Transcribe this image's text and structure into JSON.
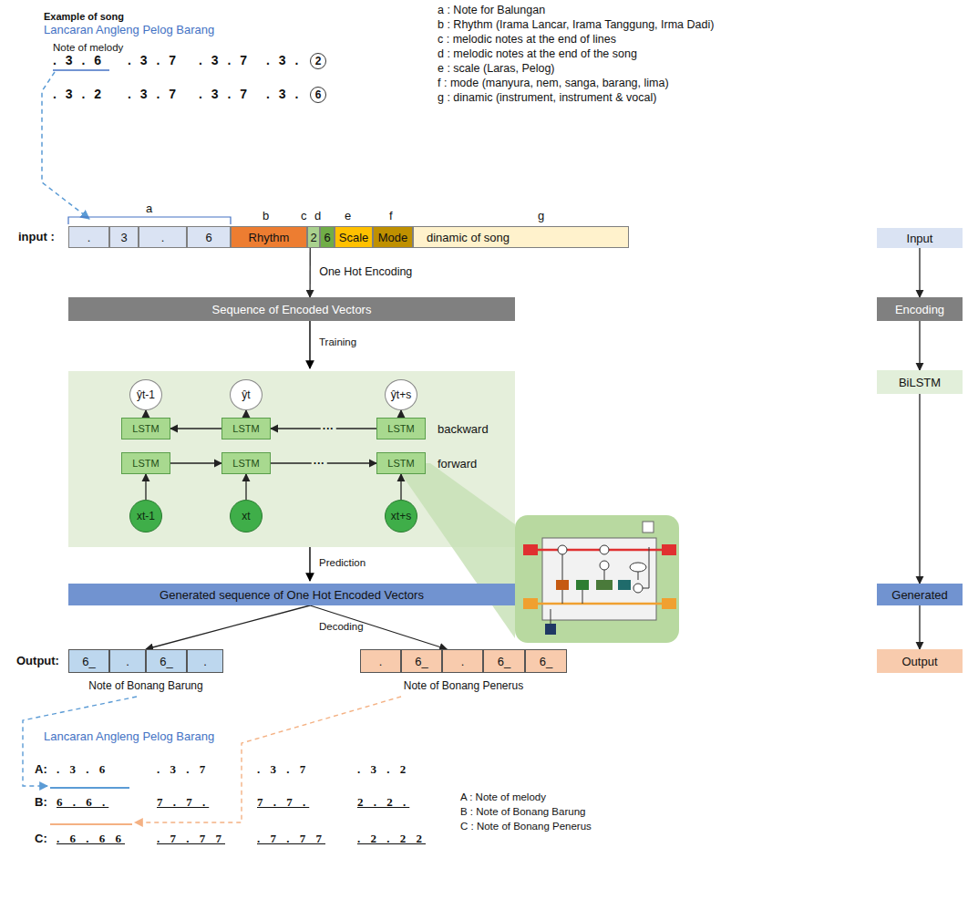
{
  "diagram": {
    "nodes": [
      {
        "text": [
          "input :"
        ]
      },
      {
        "text": [
          "."
        ],
        "in": 0
      },
      {
        "text": [
          "3"
        ],
        "in": 0
      },
      {
        "text": [
          "."
        ],
        "in": 0
      },
      {
        "text": [
          "6"
        ],
        "in": 0
      },
      {
        "text": [
          "Rhythm"
        ],
        "in": 0
      },
      {
        "text": [
          "2"
        ],
        "in": 0
      },
      {
        "text": [
          "6"
        ],
        "in": 0
      },
      {
        "text": [
          "Scale"
        ],
        "in": 0
      },
      {
        "text": [
          "Mode"
        ],
        "in": 0
      },
      {
        "text": [
          "dinamic of song"
        ],
        "in": 0
      },
      {
        "text": [
          "Sequence of Encoded Vectors"
        ]
      },
      {
        "text": [
          "ŷt-1"
        ]
      },
      {
        "text": [
          "ŷt"
        ]
      },
      {
        "text": [
          "ŷt+s"
        ]
      },
      {
        "text": [
          "LSTM"
        ]
      },
      {
        "text": [
          "LSTM"
        ]
      },
      {
        "text": [
          "LSTM"
        ]
      },
      {
        "text": [
          "LSTM"
        ]
      },
      {
        "text": [
          "LSTM"
        ]
      },
      {
        "text": [
          "LSTM"
        ]
      },
      {
        "text": [
          "xt-1"
        ]
      },
      {
        "text": [
          "xt"
        ]
      },
      {
        "text": [
          "xt+s"
        ]
      },
      {
        "text": [
          "Generated sequence of One Hot Encoded Vectors"
        ]
      },
      {
        "text": [
          "Note of Bonang Barung"
        ]
      },
      {
        "text": [
          "6_"
        ],
        "in": 25
      },
      {
        "text": [
          "."
        ],
        "in": 25
      },
      {
        "text": [
          "6_"
        ],
        "in": 25
      },
      {
        "text": [
          "."
        ],
        "in": 25
      },
      {
        "text": [
          "Note of Bonang Penerus"
        ]
      },
      {
        "text": [
          "."
        ],
        "in": 30
      },
      {
        "text": [
          "6_"
        ],
        "in": 30
      },
      {
        "text": [
          "."
        ],
        "in": 30
      },
      {
        "text": [
          "6_"
        ],
        "in": 30
      },
      {
        "text": [
          "6_"
        ],
        "in": 30
      },
      {
        "text": [
          "Input"
        ]
      },
      {
        "text": [
          "Encoding"
        ]
      },
      {
        "text": [
          "BiLSTM"
        ]
      },
      {
        "text": [
          "Generated"
        ]
      },
      {
        "text": [
          "Output"
        ]
      }
    ],
    "edges": [
      {
        "from": 0,
        "to": 11,
        "arrow": "to",
        "label": "One Hot Encoding"
      },
      {
        "from": 24,
        "to": 25,
        "arrow": "to"
      },
      {
        "from": 24,
        "to": 30,
        "arrow": "to"
      },
      {
        "from": 21,
        "to": 18,
        "arrow": "to"
      },
      {
        "from": 22,
        "to": 19,
        "arrow": "to"
      },
      {
        "from": 23,
        "to": 20,
        "arrow": "to"
      },
      {
        "from": 18,
        "to": 19,
        "arrow": "to"
      },
      {
        "from": 19,
        "to": 20,
        "arrow": "to",
        "label": "···"
      },
      {
        "from": 17,
        "to": 16,
        "arrow": "to",
        "label": "···"
      },
      {
        "from": 16,
        "to": 15,
        "arrow": "to"
      },
      {
        "from": 15,
        "to": 12,
        "arrow": "to"
      },
      {
        "from": 16,
        "to": 13,
        "arrow": "to"
      },
      {
        "from": 17,
        "to": 14,
        "arrow": "to"
      },
      {
        "from": 36,
        "to": 37,
        "arrow": "to"
      },
      {
        "from": 37,
        "to": 38,
        "arrow": "to"
      },
      {
        "from": 38,
        "to": 39,
        "arrow": "to"
      },
      {
        "from": 39,
        "to": 40,
        "arrow": "to"
      }
    ],
    "labels": [
      "Example of song",
      "Lancaran Angleng Pelog Barang",
      "Note of melody",
      ". 3 . 6",
      ". 3 . 7",
      ". 3 . 7",
      ". 3 .",
      "2",
      ". 3 . 2",
      ". 3 . 7",
      ". 3 . 7",
      ". 3 .",
      "6",
      "a : Note for Balungan",
      "b : Rhythm (Irama Lancar, Irama Tanggung, Irma Dadi)",
      "c : melodic notes at the end of lines",
      "d : melodic notes at the end of the song",
      "e : scale (Laras, Pelog)",
      "f : mode (manyura, nem, sanga, barang, lima)",
      "g : dinamic (instrument, instrument & vocal)",
      "a",
      "b",
      "c",
      "d",
      "e",
      "f",
      "g",
      "Training",
      "Prediction",
      "backward",
      "forward",
      "Decoding",
      "Output:",
      "Lancaran Angleng Pelog Barang",
      "A:",
      ". 3 . 6",
      ". 3 . 7",
      ". 3 . 7",
      ". 3 . 2",
      "B:",
      "6 . 6 .",
      "7 . 7 .",
      "7 . 7 .",
      "2 . 2 .",
      "C:",
      ". 6 . 6 6",
      ". 7 . 7 7",
      ". 7 . 7 7",
      ". 2 . 2 2",
      "A : Note of melody",
      "B : Note of Bonang Barung",
      "C : Note of Bonang Penerus"
    ]
  }
}
